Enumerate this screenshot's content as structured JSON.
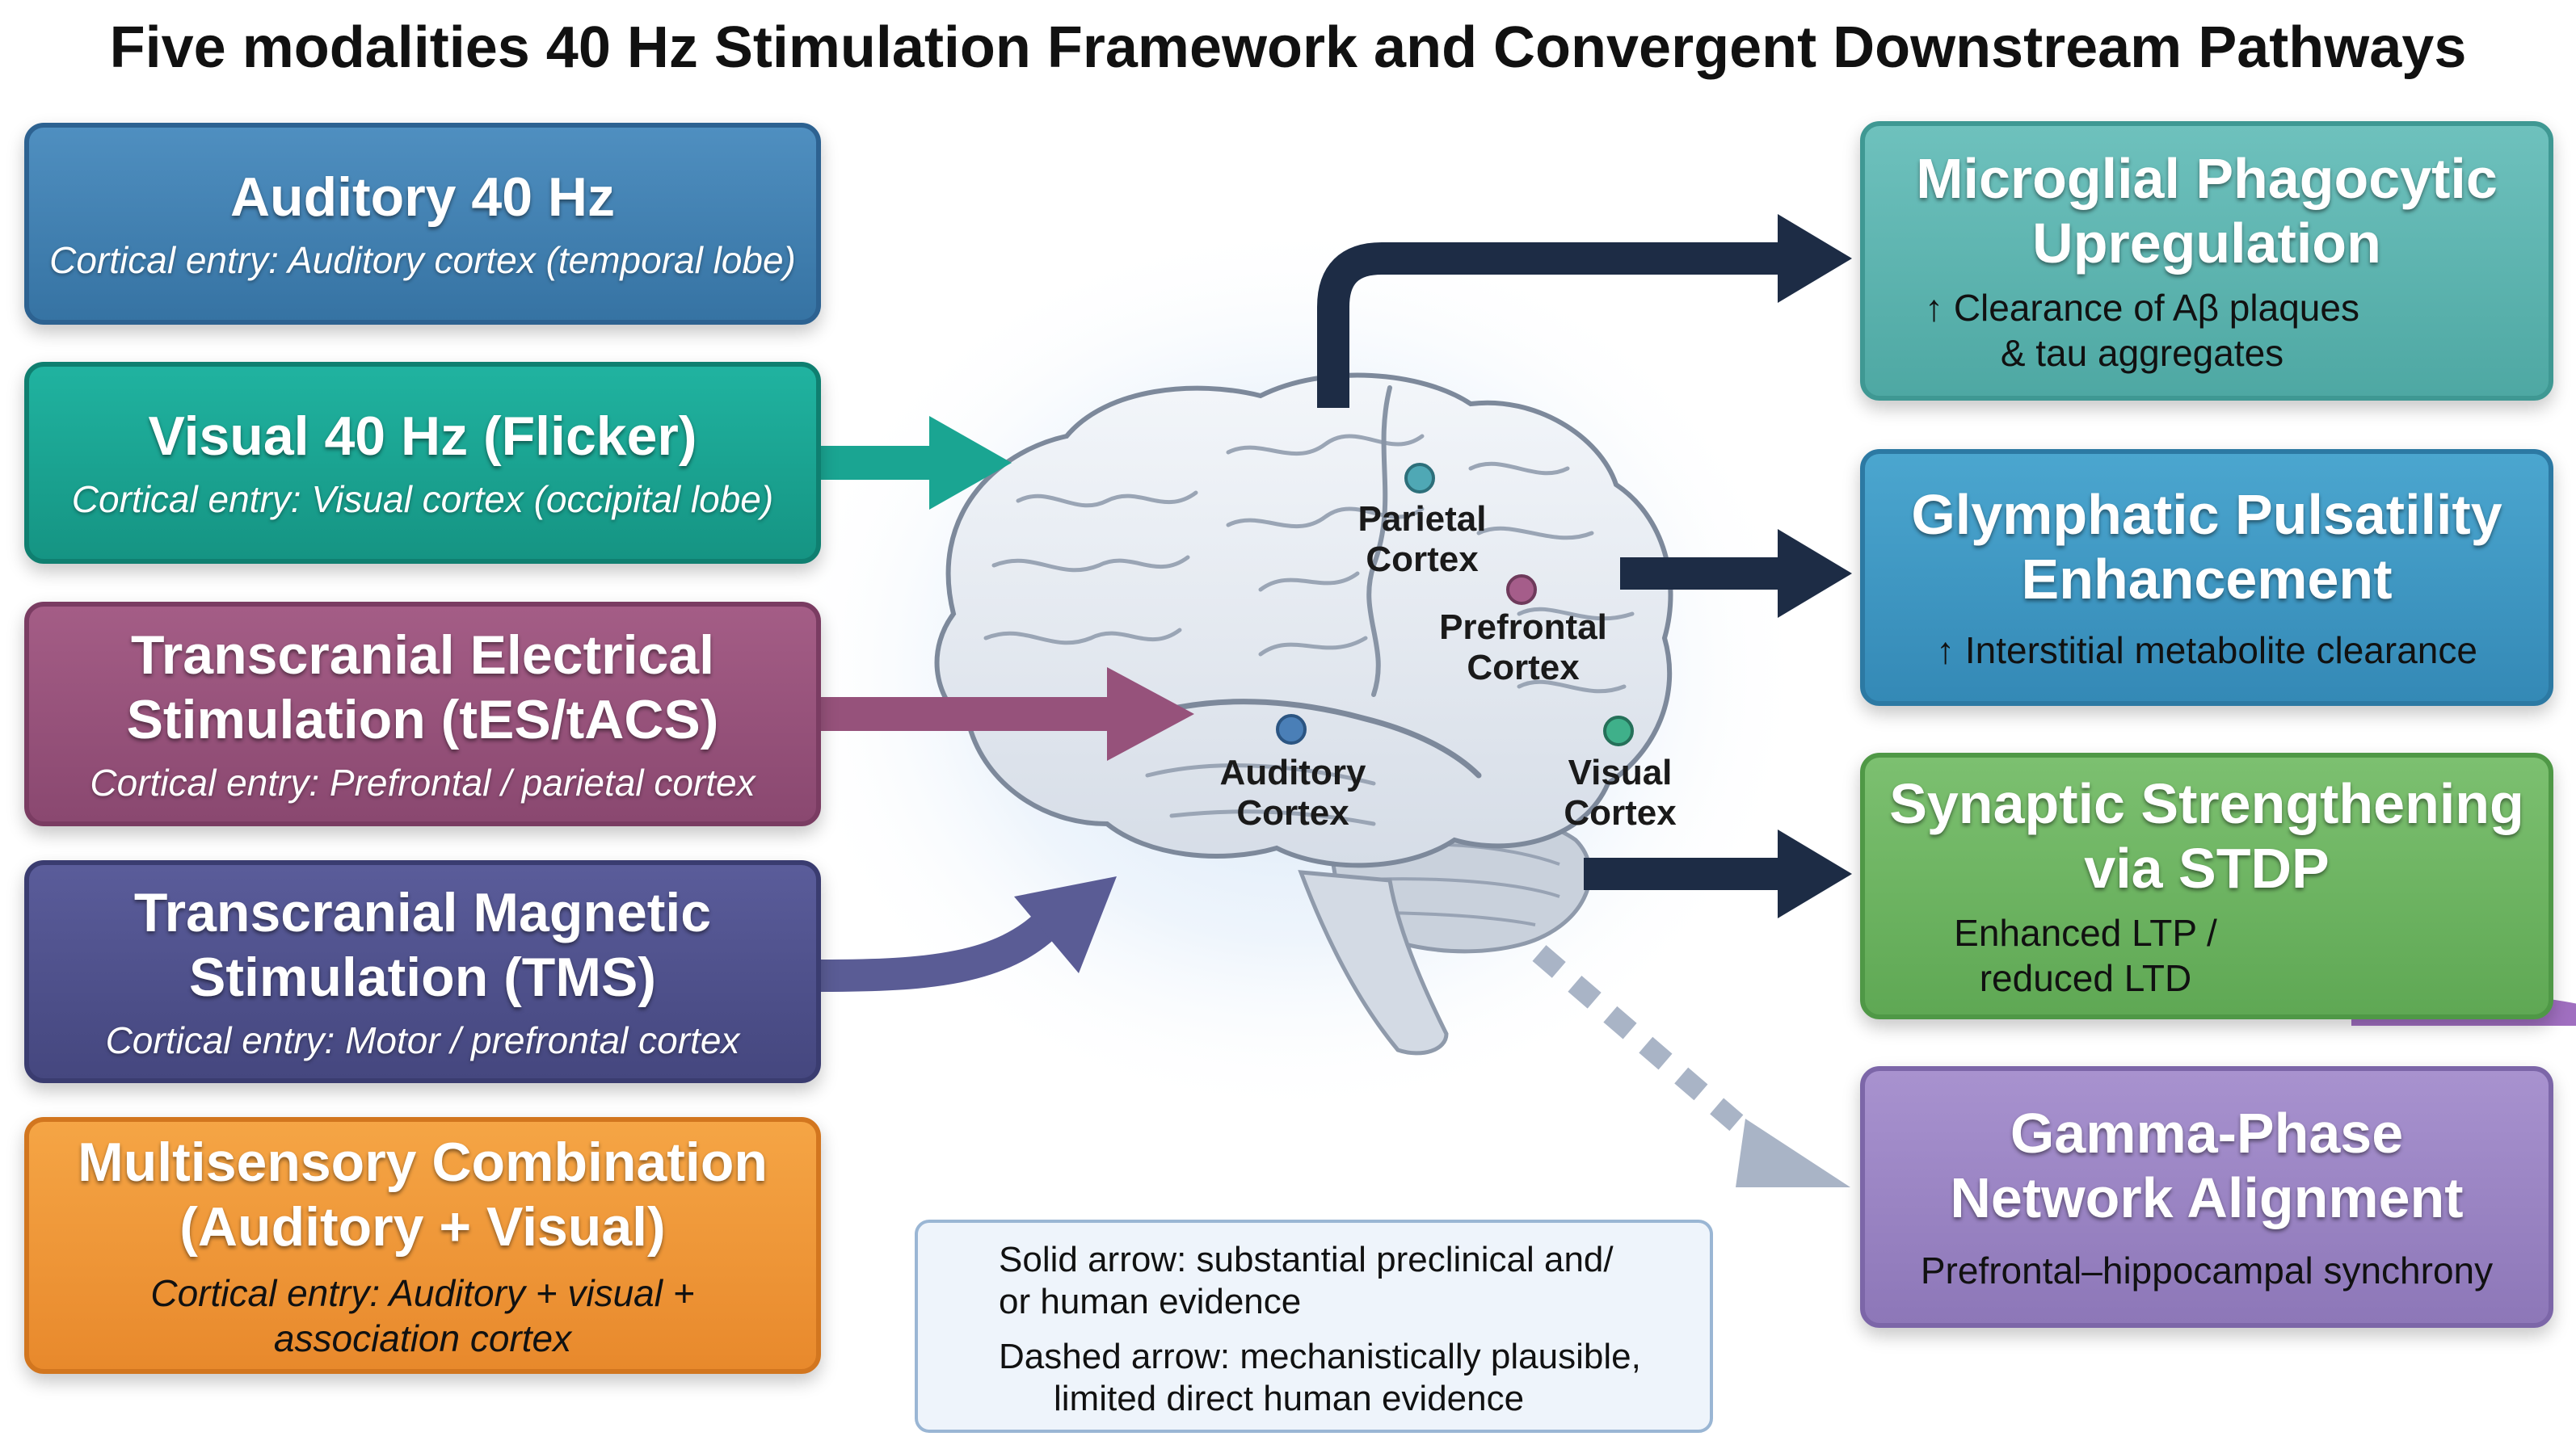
{
  "title": "Five modalities 40 Hz Stimulation Framework and Convergent Downstream  Pathways",
  "modalities": [
    {
      "name": "Auditory 40 Hz",
      "entry": "Cortical entry: Auditory cortex (temporal lobe)",
      "color": "#3f7fb0"
    },
    {
      "name": "Visual 40 Hz (Flicker)",
      "entry": "Cortical entry: Visual cortex (occipital lobe)",
      "color": "#1aa592"
    },
    {
      "name_line1": "Transcranial Electrical",
      "name_line2": "Stimulation (tES/tACS)",
      "entry": "Cortical entry: Prefrontal / parietal cortex",
      "color": "#96527b"
    },
    {
      "name_line1": "Transcranial Magnetic",
      "name_line2": "Stimulation (TMS)",
      "entry": "Cortical entry: Motor / prefrontal cortex",
      "color": "#4f5189"
    },
    {
      "name_line1": "Multisensory Combination",
      "name_line2": "(Auditory + Visual)",
      "entry_line1": "Cortical entry: Auditory + visual +",
      "entry_line2": "association cortex",
      "color": "#ef9736"
    }
  ],
  "brain_regions": {
    "parietal": {
      "line1": "Parietal",
      "line2": "Cortex"
    },
    "prefrontal": {
      "line1": "Prefrontal",
      "line2": "Cortex"
    },
    "auditory": {
      "line1": "Auditory",
      "line2": "Cortex"
    },
    "visual": {
      "line1": "Visual",
      "line2": "Cortex"
    }
  },
  "outcomes": [
    {
      "title_line1": "Microglial Phagocytic",
      "title_line2": "Upregulation",
      "desc_line1": "↑ Clearance of Aβ plaques",
      "desc_line2": "& tau aggregates",
      "color": "#5cb3ae"
    },
    {
      "title_line1": "Glymphatic Pulsatility",
      "title_line2": "Enhancement",
      "desc": "↑ Interstitial metabolite clearance",
      "color": "#3d97c2"
    },
    {
      "title_line1": "Synaptic Strengthening",
      "title_line2": "via STDP",
      "desc_line1": "Enhanced LTP /",
      "desc_line2": "reduced LTD",
      "color": "#6cb461"
    },
    {
      "title_line1": "Gamma-Phase",
      "title_line2": "Network Alignment",
      "desc": "Prefrontal–hippocampal synchrony",
      "color": "#9a84c3"
    }
  ],
  "legend": {
    "solid_line1": "Solid arrow: substantial preclinical and/",
    "solid_line2": "or human evidence",
    "dashed_line1": "Dashed arrow: mechanistically plausible,",
    "dashed_line2": "limited direct human evidence"
  }
}
